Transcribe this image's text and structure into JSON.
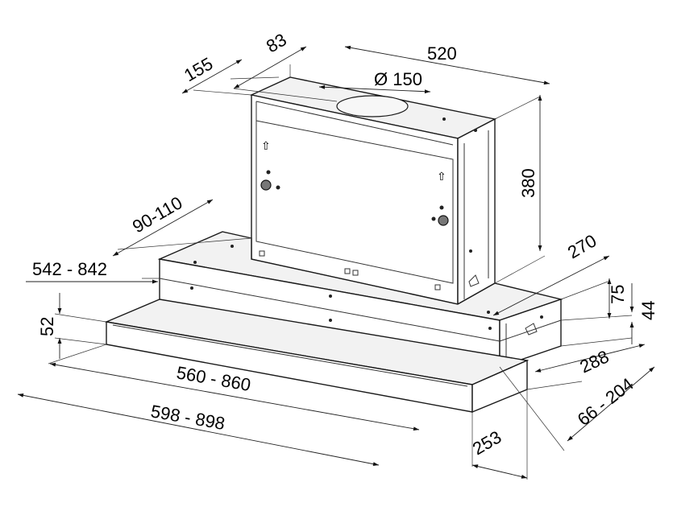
{
  "dimensions": {
    "d155": "155",
    "d83": "83",
    "d520": "520",
    "d150": "Ø 150",
    "d380": "380",
    "d90_110": "90-110",
    "d270": "270",
    "d542_842": "542 - 842",
    "d75": "75",
    "d44": "44",
    "d52": "52",
    "d288": "288",
    "d560_860": "560 - 860",
    "d598_898": "598 - 898",
    "d66_204": "66 - 204",
    "d253": "253"
  }
}
